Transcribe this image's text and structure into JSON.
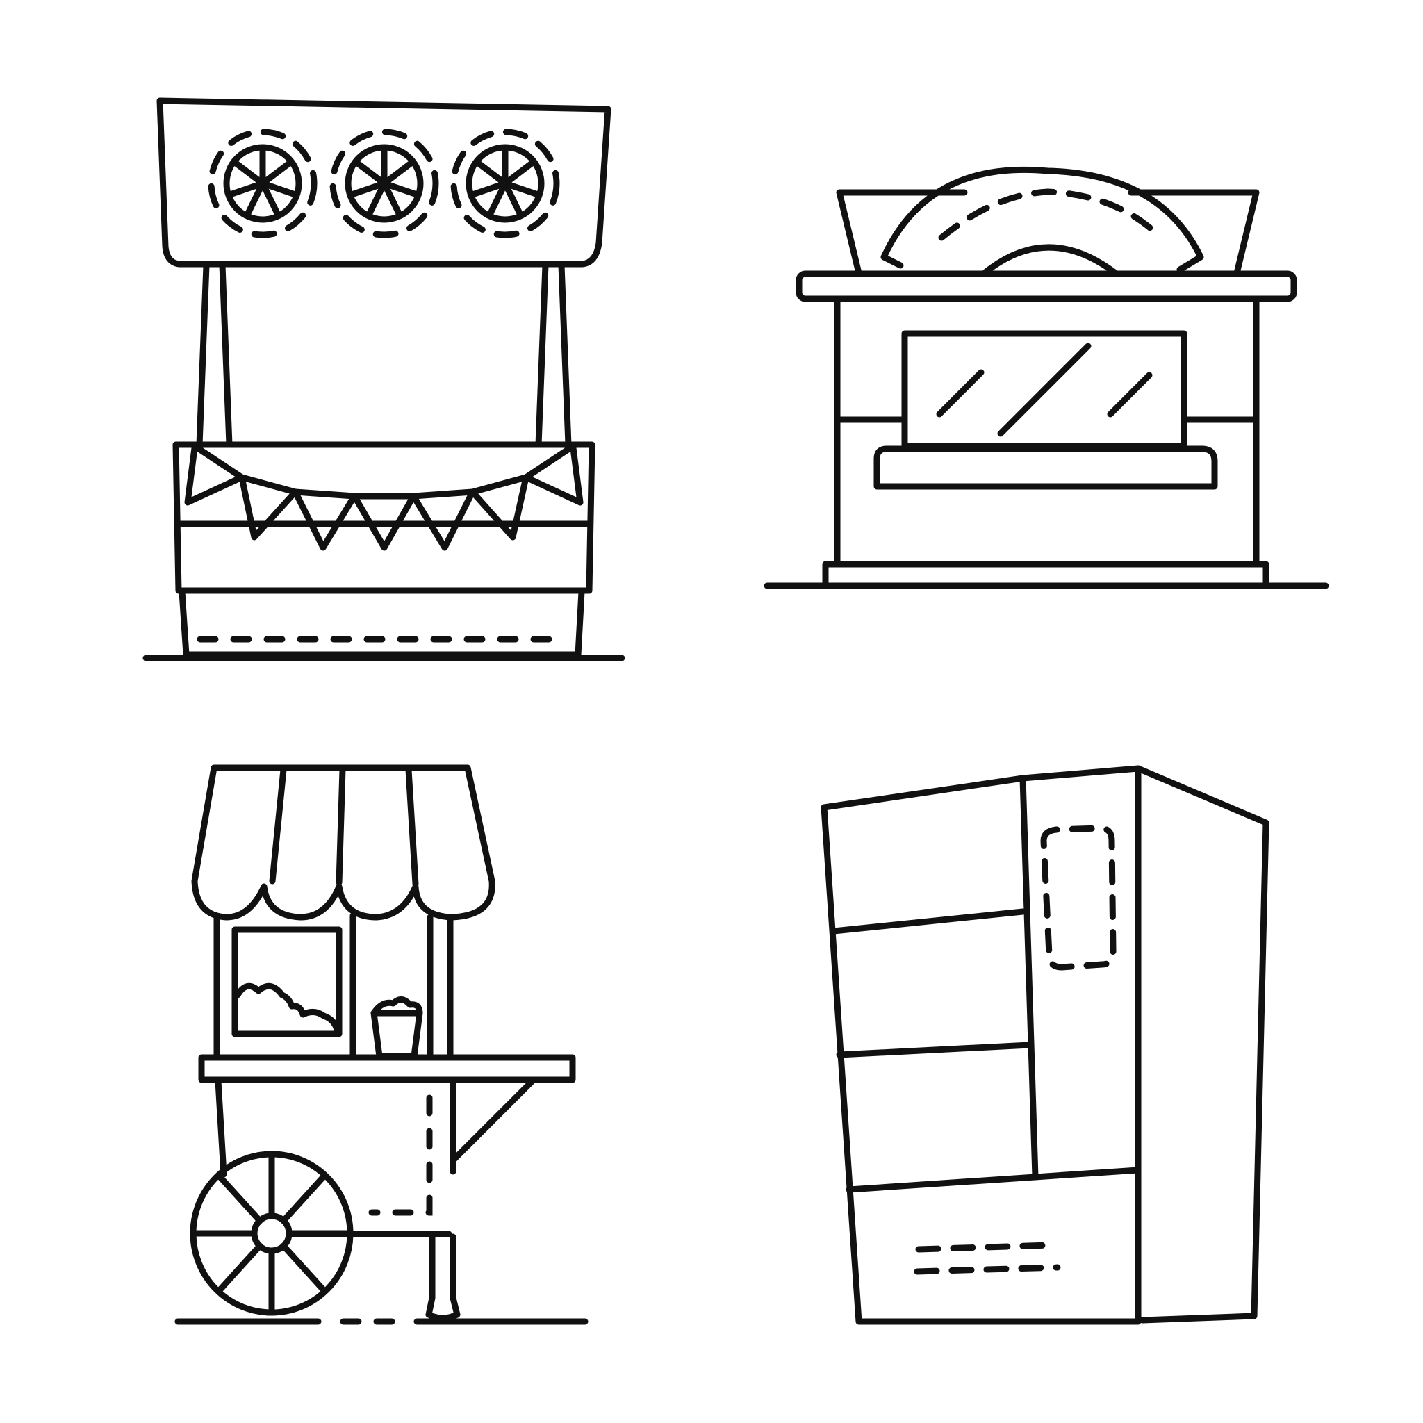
{
  "image": {
    "background": "#ffffff",
    "line_color": "#111111",
    "style": "line-art",
    "illustrations": [
      {
        "key": "lemon_stand",
        "icon": "lemonade-stand-icon"
      },
      {
        "key": "donut_kiosk",
        "icon": "donut-kiosk-icon"
      },
      {
        "key": "popcorn_cart",
        "icon": "popcorn-cart-icon"
      },
      {
        "key": "vending_booth",
        "icon": "vending-booth-icon"
      }
    ]
  }
}
